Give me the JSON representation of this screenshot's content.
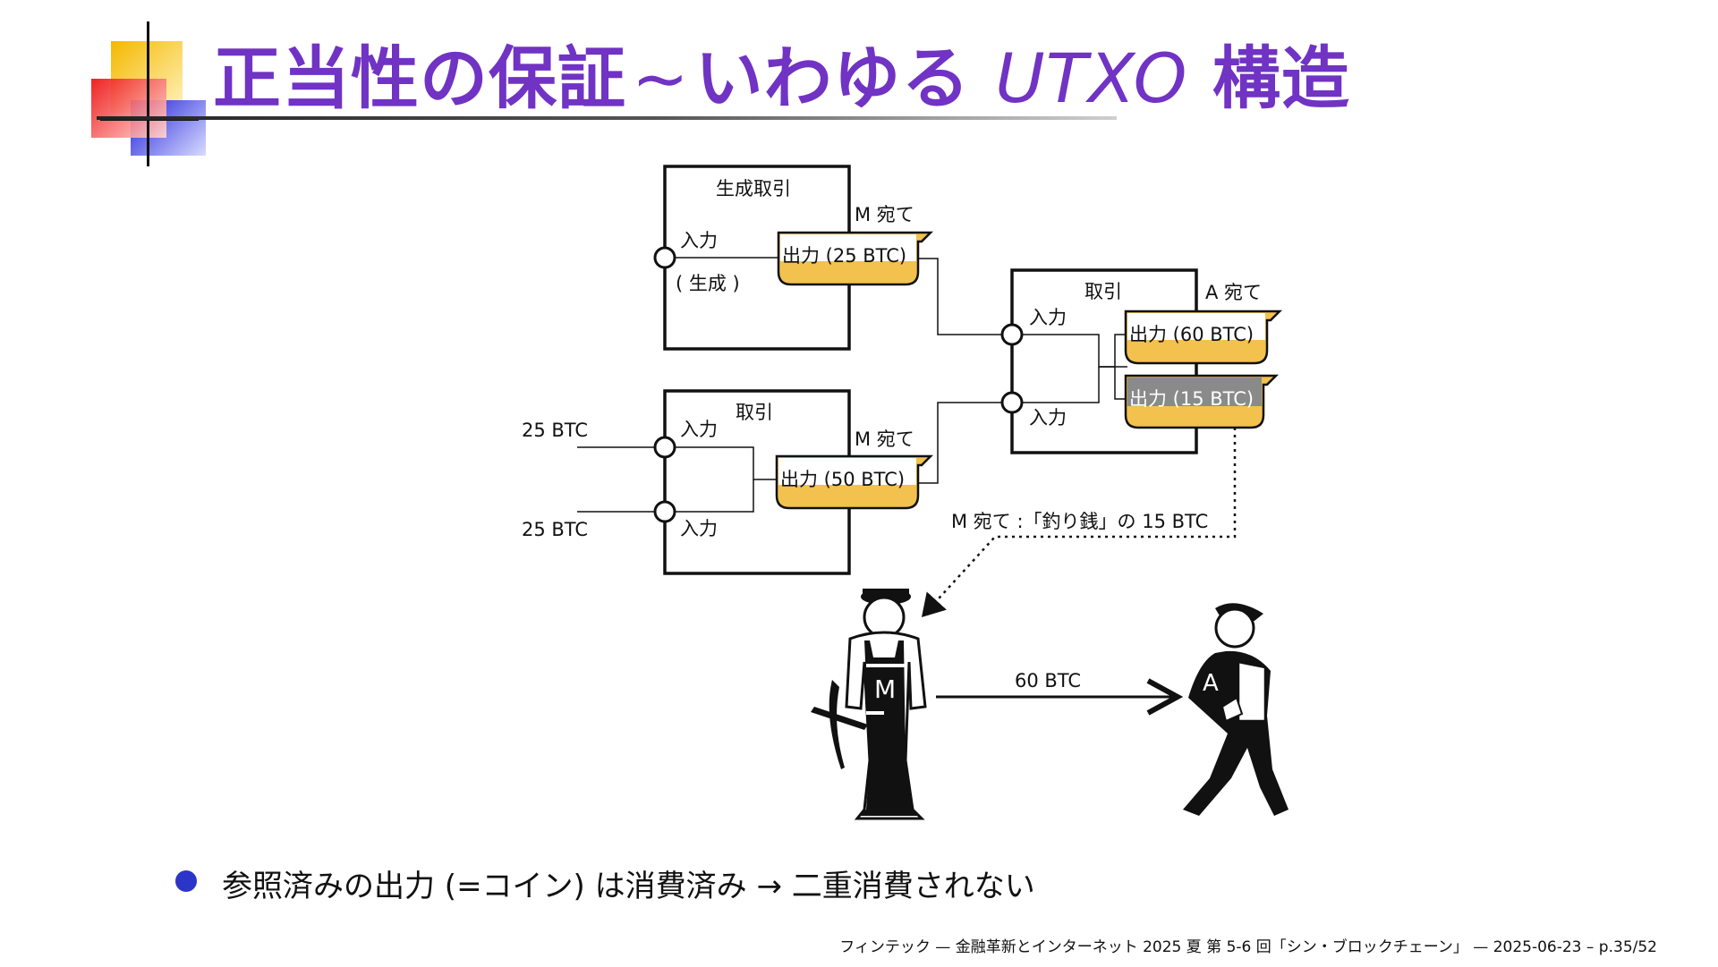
{
  "slide": {
    "title_main": "正当性の保証",
    "title_tilde": "∼",
    "title_mid": "いわゆる",
    "title_utxo": "UTXO",
    "title_end": "構造"
  },
  "diagram": {
    "coinbase_tx_title": "生成取引",
    "coinbase_input_label": "入力",
    "coinbase_input_note": "( 生成 )",
    "coinbase_output": "出力 (25 BTC)",
    "coinbase_output_dest": "M 宛て",
    "tx2_title": "取引",
    "tx2_input_amount_1": "25 BTC",
    "tx2_input_amount_2": "25 BTC",
    "tx2_input_label_1": "入力",
    "tx2_input_label_2": "入力",
    "tx2_output": "出力 (50 BTC)",
    "tx2_output_dest": "M 宛て",
    "tx3_title": "取引",
    "tx3_input_label_1": "入力",
    "tx3_input_label_2": "入力",
    "tx3_output_1": "出力 (60 BTC)",
    "tx3_output_1_dest": "A 宛て",
    "tx3_output_2": "出力 (15 BTC)",
    "change_note": "M 宛て :「釣り銭」の 15 BTC",
    "transfer_amount": "60 BTC",
    "person_m_letter": "M",
    "person_a_letter": "A",
    "colors": {
      "output_fill": "#f2c14e",
      "change_fill": "#8a8a8a"
    }
  },
  "bullet": "参照済みの出力 (=コイン) は消費済み → 二重消費されない",
  "footer": "フィンテック — 金融革新とインターネット 2025 夏 第 5-6 回「シン・ブロックチェーン」 — 2025-06-23 – p.35/52",
  "colors": {
    "title": "#7033c4",
    "bullet": "#2b35c8"
  }
}
